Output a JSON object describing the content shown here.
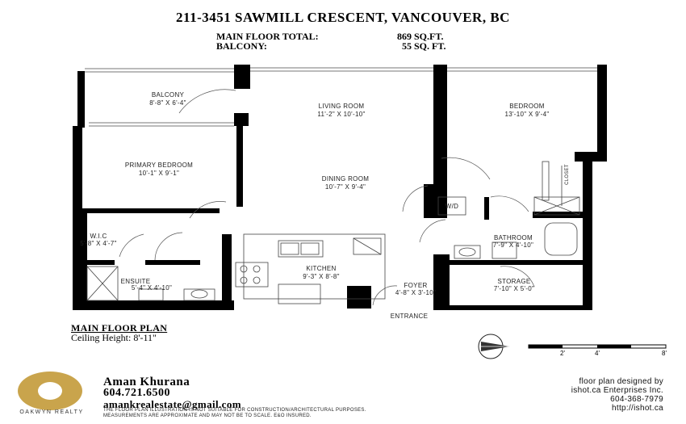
{
  "header": {
    "title": "211-3451 SAWMILL CRESCENT, VANCOUVER, BC",
    "main_floor_label": "MAIN FLOOR TOTAL:",
    "main_floor_value": "869 SQ.FT.",
    "balcony_label": "BALCONY:",
    "balcony_value": "55 SQ. FT."
  },
  "rooms": {
    "balcony": {
      "name": "BALCONY",
      "dims": "8'-8\" X 6'-4\""
    },
    "living": {
      "name": "LIVING ROOM",
      "dims": "11'-2\" X 10'-10\""
    },
    "bedroom": {
      "name": "BEDROOM",
      "dims": "13'-10\" X 9'-4\""
    },
    "primary": {
      "name": "PRIMARY BEDROOM",
      "dims": "10'-1\" X 9'-1\""
    },
    "dining": {
      "name": "DINING ROOM",
      "dims": "10'-7\" X 9'-4\""
    },
    "closet": {
      "name": "CLOSET"
    },
    "wd": {
      "name": "W/D"
    },
    "wic": {
      "name": "W.I.C",
      "dims": "5'-8\" X 4'-7\""
    },
    "bathroom": {
      "name": "BATHROOM",
      "dims": "7'-9\" X 4'-10\""
    },
    "kitchen": {
      "name": "KITCHEN",
      "dims": "9'-3\" X 8'-8\""
    },
    "ensuite": {
      "name": "ENSUITE",
      "dims": "5'-4\" X 4'-10\""
    },
    "foyer": {
      "name": "FOYER",
      "dims": "4'-8\" X 3'-10\""
    },
    "storage": {
      "name": "STORAGE",
      "dims": "7'-10\" X 5'-0\""
    },
    "entrance": {
      "name": "ENTRANCE"
    }
  },
  "plan_info": {
    "title": "MAIN FLOOR PLAN",
    "ceiling": "Ceiling Height: 8'-11\""
  },
  "scale_bar": {
    "ticks": [
      "2'",
      "4'",
      "8'"
    ]
  },
  "agent": {
    "name": "Aman Khurana",
    "phone": "604.721.6500",
    "email": "amankrealestate@gmail.com",
    "brand": "OAKWYN REALTY",
    "brand_color": "#c9a44c"
  },
  "disclaimer": {
    "line1": "THE FLOOR PLAN ILLUSTRATION IS NOT SUITABLE FOR CONSTRUCTION/ARCHITECTURAL PURPOSES.",
    "line2": "MEASUREMENTS ARE APPROXIMATE AND MAY NOT BE TO SCALE. E&O INSURED."
  },
  "credit": {
    "line1": "floor plan designed by",
    "line2": "ishot.ca Enterprises Inc.",
    "line3": "604-368-7979",
    "line4": "http://ishot.ca"
  }
}
